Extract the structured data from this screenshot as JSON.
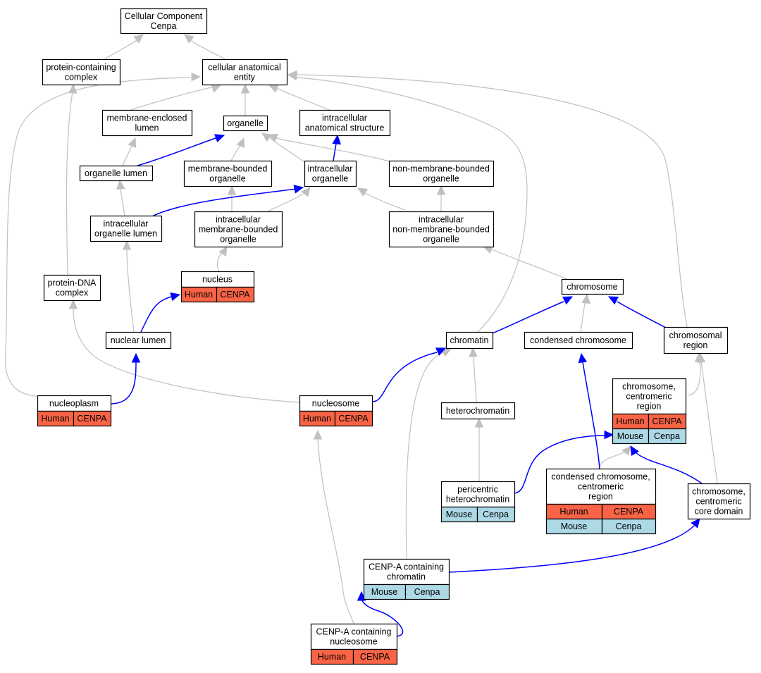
{
  "title": "Cellular Component Cenpa",
  "colors": {
    "human_fill": "#fa6446",
    "mouse_fill": "#add8e6",
    "edge_gray": "#c0c0c0",
    "edge_blue": "#0000ff",
    "node_border": "#000000"
  },
  "legend_tags": {
    "human": "Human",
    "mouse": "Mouse",
    "human_gene": "CENPA",
    "mouse_gene": "Cenpa"
  },
  "nodes": {
    "root": {
      "lines": [
        "Cellular Component",
        "Cenpa"
      ]
    },
    "protein_complex": {
      "lines": [
        "protein-containing",
        "complex"
      ]
    },
    "cellular_entity": {
      "lines": [
        "cellular anatomical",
        "entity"
      ]
    },
    "membrane_enclosed_lumen": {
      "lines": [
        "membrane-enclosed",
        "lumen"
      ]
    },
    "organelle": {
      "lines": [
        "organelle"
      ]
    },
    "intracellular_structure": {
      "lines": [
        "intracellular",
        "anatomical structure"
      ]
    },
    "organelle_lumen": {
      "lines": [
        "organelle lumen"
      ]
    },
    "membrane_bounded_organelle": {
      "lines": [
        "membrane-bounded",
        "organelle"
      ]
    },
    "intracellular_organelle": {
      "lines": [
        "intracellular",
        "organelle"
      ]
    },
    "non_membrane_bounded_organelle": {
      "lines": [
        "non-membrane-bounded",
        "organelle"
      ]
    },
    "intracellular_organelle_lumen": {
      "lines": [
        "intracellular",
        "organelle lumen"
      ]
    },
    "intracellular_membrane_bounded_organelle": {
      "lines": [
        "intracellular",
        "membrane-bounded",
        "organelle"
      ]
    },
    "intracellular_non_membrane_bounded_organelle": {
      "lines": [
        "intracellular",
        "non-membrane-bounded",
        "organelle"
      ]
    },
    "nucleus": {
      "lines": [
        "nucleus"
      ],
      "tags": [
        [
          "Human",
          "CENPA"
        ]
      ]
    },
    "protein_dna_complex": {
      "lines": [
        "protein-DNA",
        "complex"
      ]
    },
    "chromosome": {
      "lines": [
        "chromosome"
      ]
    },
    "nuclear_lumen": {
      "lines": [
        "nuclear lumen"
      ]
    },
    "chromatin": {
      "lines": [
        "chromatin"
      ]
    },
    "condensed_chromosome": {
      "lines": [
        "condensed chromosome"
      ]
    },
    "chromosomal_region": {
      "lines": [
        "chromosomal",
        "region"
      ]
    },
    "nucleoplasm": {
      "lines": [
        "nucleoplasm"
      ],
      "tags": [
        [
          "Human",
          "CENPA"
        ]
      ]
    },
    "nucleosome": {
      "lines": [
        "nucleosome"
      ],
      "tags": [
        [
          "Human",
          "CENPA"
        ]
      ]
    },
    "centromeric_region": {
      "lines": [
        "chromosome,",
        "centromeric",
        "region"
      ],
      "tags": [
        [
          "Human",
          "CENPA"
        ],
        [
          "Mouse",
          "Cenpa"
        ]
      ]
    },
    "heterochromatin": {
      "lines": [
        "heterochromatin"
      ]
    },
    "pericentric_heterochromatin": {
      "lines": [
        "pericentric",
        "heterochromatin"
      ],
      "tags": [
        [
          "Mouse",
          "Cenpa"
        ]
      ]
    },
    "condensed_centromeric_region": {
      "lines": [
        "condensed chromosome,",
        "centromeric",
        "region"
      ],
      "tags": [
        [
          "Human",
          "CENPA"
        ],
        [
          "Mouse",
          "Cenpa"
        ]
      ]
    },
    "centromeric_core_domain": {
      "lines": [
        "chromosome,",
        "centromeric",
        "core domain"
      ]
    },
    "cenpa_chromatin": {
      "lines": [
        "CENP-A containing",
        "chromatin"
      ],
      "tags": [
        [
          "Mouse",
          "Cenpa"
        ]
      ]
    },
    "cenpa_nucleosome": {
      "lines": [
        "CENP-A containing",
        "nucleosome"
      ],
      "tags": [
        [
          "Human",
          "CENPA"
        ]
      ]
    }
  }
}
